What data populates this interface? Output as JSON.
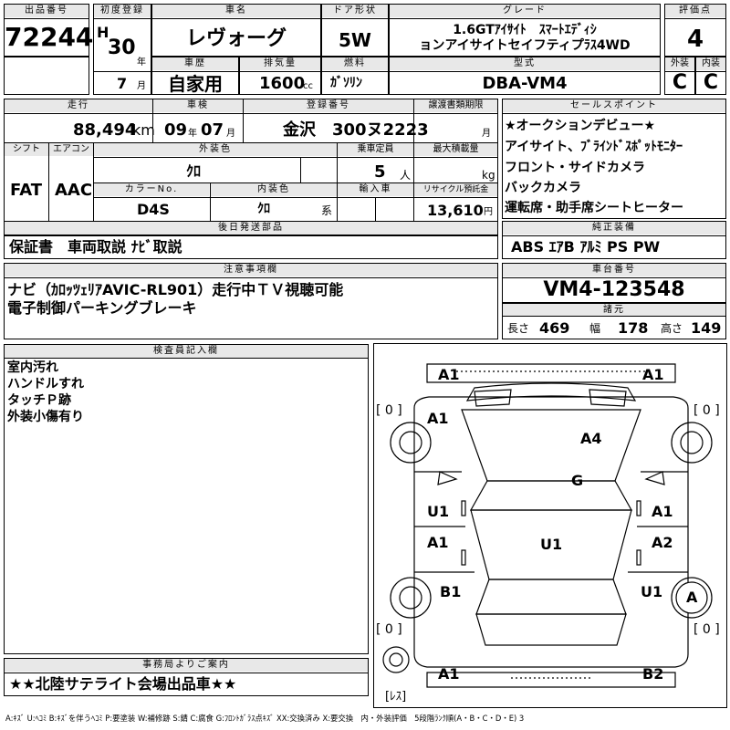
{
  "row1": {
    "lot_no_label": "出品番号",
    "lot_no": "72244",
    "first_reg_label": "初度登録",
    "era": "H",
    "year": "30",
    "year_unit": "年",
    "month": "7",
    "month_unit": "月",
    "car_name_label": "車名",
    "car_name": "レヴォーグ",
    "door_label": "ドア形状",
    "door": "5W",
    "grade_label": "グレード",
    "grade_line1": "1.6GTｱｲｻｲﾄ　ｽﾏｰﾄｴﾃﾞｨｼ",
    "grade_line2": "ョンアイサイトセイフティプﾗｽ4WD",
    "score_label": "評価点",
    "score": "4",
    "history_label": "車歴",
    "history": "自家用",
    "displacement_label": "排気量",
    "displacement": "1600",
    "displacement_unit": "cc",
    "fuel_label": "燃料",
    "fuel": "ｶﾞｿﾘﾝ",
    "model_label": "型式",
    "model": "DBA-VM4",
    "exterior_label": "外装",
    "exterior": "C",
    "interior_label": "内装",
    "interior": "C"
  },
  "row2": {
    "mileage_label": "走行",
    "mileage": "88,494",
    "mileage_unit": "km",
    "inspection_label": "車検",
    "insp_year": "09",
    "insp_year_unit": "年",
    "insp_month": "07",
    "insp_month_unit": "月",
    "plate_label": "登録番号",
    "plate": "金沢　300ヌ2223",
    "transfer_label": "譲渡書類期限",
    "transfer_unit": "月",
    "shift_label": "シフト",
    "shift": "FAT",
    "ac_label": "エアコン",
    "ac": "AAC",
    "color_label": "外装色",
    "color": "ｸﾛ",
    "capacity_label": "乗車定員",
    "capacity": "5",
    "capacity_unit": "人",
    "load_label": "最大積載量",
    "load_unit": "kg",
    "color_no_label": "カラーNo.",
    "color_no": "D4S",
    "int_color_label": "内装色",
    "int_color": "ｸﾛ",
    "int_color_unit": "系",
    "import_label": "輸入車",
    "recycle_label": "リサイクル預託金",
    "recycle": "13,610",
    "recycle_unit": "円"
  },
  "sales_points": {
    "label": "セールスポイント",
    "items": [
      "★オークションデビュー★",
      "アイサイト、ﾌﾞﾗｲﾝﾄﾞｽﾎﾟｯﾄﾓﾆﾀｰ",
      "フロント・サイドカメラ",
      "バックカメラ",
      "運転席・助手席シートヒーター"
    ]
  },
  "later_parts": {
    "label": "後日発送部品",
    "text": "保証書　車両取説 ﾅﾋﾞ取説"
  },
  "equipment": {
    "label": "純正装備",
    "text": "ABS ｴｱB ｱﾙﾐ PS PW"
  },
  "notes": {
    "label": "注意事項欄",
    "line1": "ナビ（ｶﾛｯﾂｪﾘｱAVIC-RL901）走行中ＴＶ視聴可能",
    "line2": "電子制御パーキングブレーキ"
  },
  "chassis": {
    "label": "車台番号",
    "value": "VM4-123548"
  },
  "dimensions": {
    "label": "諸元",
    "length_label": "長さ",
    "length": "469",
    "width_label": "幅",
    "width": "178",
    "height_label": "高さ",
    "height": "149"
  },
  "inspector": {
    "label": "検査員記入欄",
    "items": [
      "室内汚れ",
      "ハンドルすれ",
      "タッチＰ跡",
      "外装小傷有り"
    ]
  },
  "damage_map": {
    "front_left": "A1",
    "front_right": "A1",
    "hood_left": "A1",
    "hood": "A4",
    "windshield": "G",
    "left_front_door": "U1",
    "right_front_door": "A1",
    "left_rear_door": "A1",
    "roof": "U1",
    "right_rear_door": "A2",
    "left_rear_fender": "B1",
    "right_rear_fender": "U1",
    "right_rear_wheel": "A",
    "rear_left": "A1",
    "rear_right": "B2",
    "tire_fl": "[ 0 ]",
    "tire_fr": "[ 0 ]",
    "tire_rl": "[ 0 ]",
    "tire_rr": "[ 0 ]",
    "spare": "[ﾚｽ]"
  },
  "office": {
    "label": "事務局よりご案内",
    "text": "★★北陸サテライト会場出品車★★"
  },
  "legend": "A:ｷｽﾞ U:ﾍｺﾐ B:ｷｽﾞを伴うﾍｺﾐ P:要塗装 W:補修跡 S:錆 C:腐食 G:ﾌﾛﾝﾄｶﾞﾗｽ点ｷｽﾞ XX:交換済み X:要交換　内・外装評価　5段階ﾗﾝｸ順(A・B・C・D・E) 3"
}
